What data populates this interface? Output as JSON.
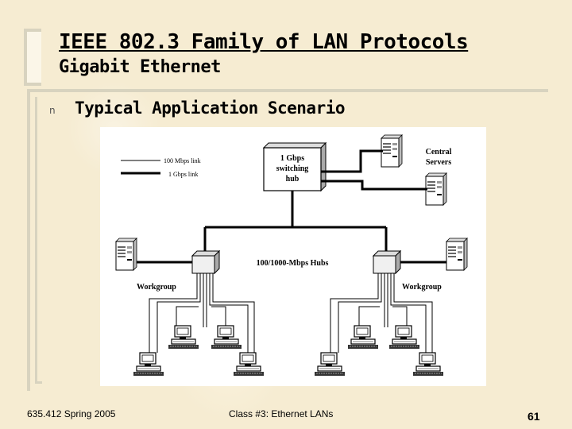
{
  "slide": {
    "title": "IEEE 802.3 Family of LAN Protocols",
    "subtitle": "Gigabit Ethernet",
    "bullet": "Typical Application Scenario",
    "bullet_marker": "n"
  },
  "diagram": {
    "legend_100": "100 Mbps link",
    "legend_1g": "1 Gbps link",
    "switch_line1": "1 Gbps",
    "switch_line2": "switching",
    "switch_line3": "hub",
    "servers_line1": "Central",
    "servers_line2": "Servers",
    "hubs_label": "100/1000-Mbps Hubs",
    "workgroup_left": "Workgroup",
    "workgroup_right": "Workgroup"
  },
  "footer": {
    "left": "635.412 Spring 2005",
    "middle": "Class #3:  Ethernet LANs",
    "page": "61"
  }
}
